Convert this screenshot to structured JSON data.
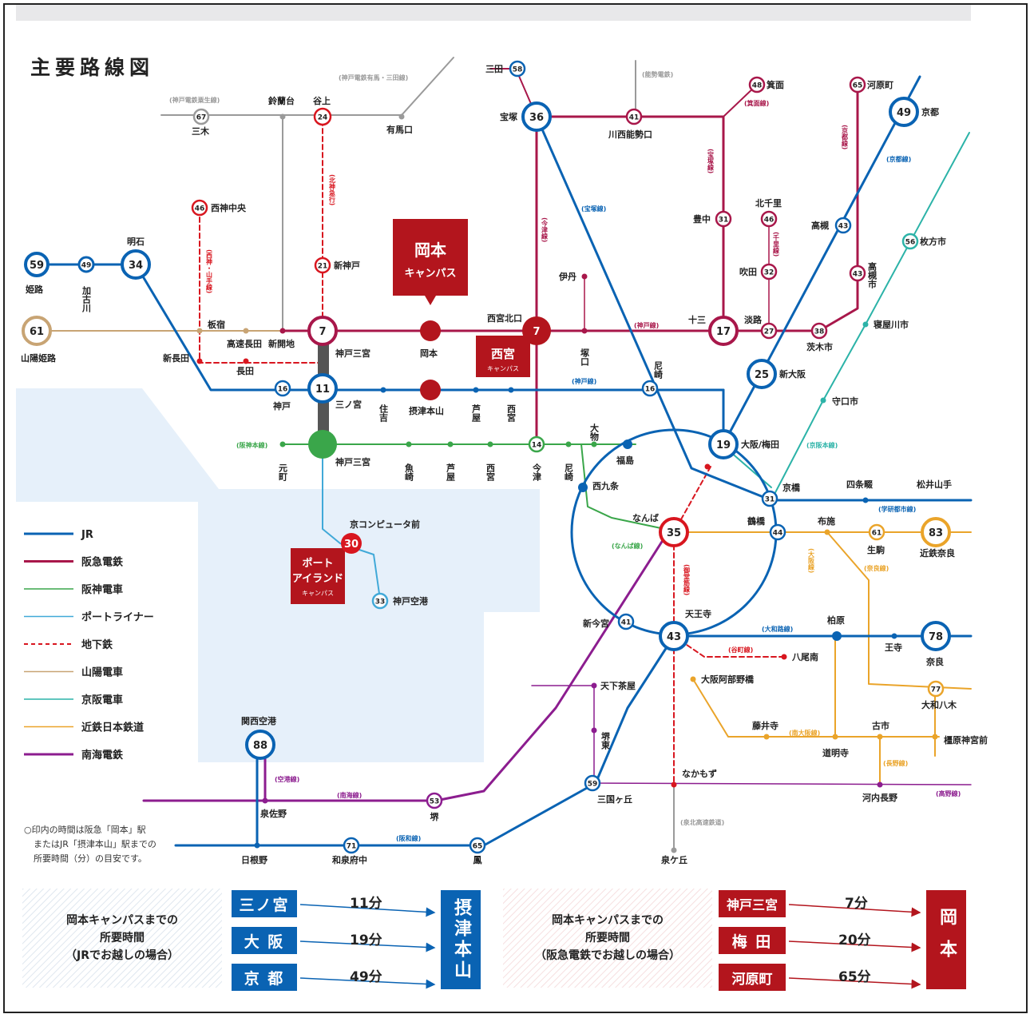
{
  "title": "主要路線図",
  "colors": {
    "jr": "#0a63b3",
    "hankyu": "#a8174a",
    "hanshin": "#3aa64a",
    "portliner": "#41a9d8",
    "subway": "#d8161f",
    "sanyo": "#c8a474",
    "keihan": "#2cb3a8",
    "kintetsu": "#eaa42a",
    "nankai": "#8c1d8f",
    "grey": "#9a9a9a",
    "campus": "#b3151d",
    "sea": "#e6f0fa"
  },
  "legend": [
    "JR",
    "阪急電鉄",
    "阪神電車",
    "ポートライナー",
    "地下鉄",
    "山陽電車",
    "京阪電車",
    "近鉄日本鉄道",
    "南海電鉄"
  ],
  "campuses": {
    "okamoto": [
      "岡本",
      "キャンパス"
    ],
    "nishinomiya": [
      "西宮",
      "キャンパス"
    ],
    "port": [
      "ポート",
      "アイランド",
      "キャンパス"
    ]
  },
  "line_labels": {
    "kobe_dentetsu_ao": "(神戸電鉄粟生線)",
    "kobe_dentetsu_arima": "(神戸電鉄有馬・三田線)",
    "nose": "(能勢電鉄)",
    "minoh": "(箕面線)",
    "kyoto_hk": "(京都線)",
    "kyoto_jr": "(京都線)",
    "takarazuka_hk": "(宝塚線)",
    "takarazuka_jr": "(宝塚線)",
    "hokushin": "(北神急行)",
    "seishin": "(西神・山手線)",
    "imazu": "(今津線)",
    "senri": "(千里線)",
    "kobe_hk": "(神戸線)",
    "kobe_jr": "(神戸線)",
    "hanshin_honsen": "(阪神本線)",
    "keihan_honsen": "(京阪本線)",
    "gakkentoshi": "(学研都市線)",
    "namba": "(なんば線)",
    "midosuji": "(御堂筋線)",
    "nara": "(奈良線)",
    "osaka": "(大阪線)",
    "yamatoji": "(大和路線)",
    "tanimachi": "(谷町線)",
    "minami_osaka": "(南大阪線)",
    "nagano": "(長野線)",
    "koya": "(高野線)",
    "kuko": "(空港線)",
    "nankai": "(南海線)",
    "hanwa": "(阪和線)",
    "senboku": "(泉北高速鉄道)"
  },
  "stations": {
    "himeji": "姫路",
    "kakogawa": "加古川",
    "akashi": "明石",
    "sanyo_himeji": "山陽姫路",
    "shin_nagata": "新長田",
    "itayado": "板宿",
    "kosoku_nagata": "高速長田",
    "shinkaichi": "新開地",
    "nagata": "長田",
    "miki": "三木",
    "suzurandai": "鈴蘭台",
    "tanigami": "谷上",
    "arima_onsen": "有馬口",
    "seishin_chuo": "西神中央",
    "shin_kobe": "新神戸",
    "kobe_sannomiya": "神戸三宮",
    "kobe": "神戸",
    "sannomiya": "三ノ宮",
    "sumiyoshi": "住吉",
    "settsu_motoyama": "摂津本山",
    "ashiya": "芦屋",
    "nishinomiya": "西宮",
    "okamoto": "岡本",
    "nishinomiya_kitaguchi": "西宮北口",
    "sanda": "三田",
    "takarazuka": "宝塚",
    "kawanishi": "川西能勢口",
    "itami": "伊丹",
    "tsukaguchi": "塚口",
    "amagasaki": "尼崎",
    "minoh": "箕面",
    "toyonaka": "豊中",
    "kita_senri": "北千里",
    "suita": "吹田",
    "juso": "十三",
    "awaji": "淡路",
    "ibaraki": "茨木市",
    "kawaramachi": "河原町",
    "kyoto": "京都",
    "takatsuki": "高槻",
    "takatsukishi": "高槻市",
    "shin_osaka": "新大阪",
    "hirakata": "枚方市",
    "neyagawa": "寝屋川市",
    "moriguchi": "守口市",
    "motomachi": "元町",
    "hanshin_sannomiya": "神戸三宮",
    "uozaki": "魚崎",
    "hanshin_ashiya": "芦屋",
    "hanshin_nishinomiya": "西宮",
    "imazu": "今津",
    "hanshin_amagasaki": "尼崎",
    "daimotsu": "大物",
    "fukushima": "福島",
    "osaka_umeda": "大阪/梅田",
    "nishikujo": "西九条",
    "kyobashi": "京橋",
    "shijonawate": "四条畷",
    "matsui_yamate": "松井山手",
    "namba": "なんば",
    "tsuruhashi": "鶴橋",
    "fuse": "布施",
    "ikoma": "生駒",
    "kintetsu_nara": "近鉄奈良",
    "shin_imamiya": "新今宮",
    "tennoji": "天王寺",
    "kashiwara": "柏原",
    "oji": "王寺",
    "nara": "奈良",
    "yao_minami": "八尾南",
    "abeno": "大阪阿部野橋",
    "tengachaya": "天下茶屋",
    "sakai_higashi": "堺東",
    "fujiidera": "藤井寺",
    "domyoji": "道明寺",
    "furuichi": "古市",
    "kashihara": "橿原神宮前",
    "yamato_yagi": "大和八木",
    "nakamozu": "なかもず",
    "mikunigaoka": "三国ヶ丘",
    "kawachinagano": "河内長野",
    "kansai_airport": "関西空港",
    "izumisano": "泉佐野",
    "sakai": "堺",
    "hineno": "日根野",
    "izumifuchu": "和泉府中",
    "otori": "鳳",
    "izumigaoka": "泉ケ丘",
    "kobe_airport": "神戸空港",
    "kyo_computer": "京コンピュータ前"
  },
  "numbers": {
    "himeji": "59",
    "kakogawa": "49",
    "akashi": "34",
    "sanyo_himeji": "61",
    "miki": "67",
    "tanigami": "24",
    "seishin_chuo": "46",
    "shin_kobe": "21",
    "kobe_sannomiya": "7",
    "sannomiya": "11",
    "kobe": "16",
    "sanda": "58",
    "takarazuka": "36",
    "kawanishi": "41",
    "nishinomiya_kitaguchi": "7",
    "minoh": "48",
    "kawaramachi": "65",
    "kyoto": "49",
    "toyonaka": "31",
    "kita_senri": "46",
    "suita": "32",
    "juso": "17",
    "awaji": "27",
    "ibaraki": "38",
    "takatsuki": "43",
    "takatsukishi": "43",
    "shin_osaka": "25",
    "hirakata": "56",
    "amagasaki": "16",
    "imazu": "14",
    "osaka_umeda": "19",
    "kyobashi": "31",
    "namba": "35",
    "tsuruhashi": "44",
    "ikoma": "61",
    "kintetsu_nara": "83",
    "shin_imamiya": "41",
    "tennoji": "43",
    "nara": "78",
    "yamato_yagi": "77",
    "mikunigaoka": "59",
    "kansai_airport": "88",
    "sakai": "53",
    "izumifuchu": "71",
    "otori": "65",
    "kyo_computer": "30",
    "kobe_airport": "33"
  },
  "note": [
    "○印内の時間は阪急「岡本」駅",
    "またはJR「摂津本山」駅までの",
    "所要時間（分）の目安です。"
  ],
  "panel_jr": {
    "caption": [
      "岡本キャンパスまでの",
      "所要時間",
      "（JRでお越しの場合）"
    ],
    "routes": [
      {
        "from": "三ノ宮",
        "time": "11分"
      },
      {
        "from": "大 阪",
        "time": "19分"
      },
      {
        "from": "京 都",
        "time": "49分"
      }
    ],
    "dest": "摂津本山"
  },
  "panel_hankyu": {
    "caption": [
      "岡本キャンパスまでの",
      "所要時間",
      "（阪急電鉄でお越しの場合）"
    ],
    "routes": [
      {
        "from": "神戸三宮",
        "time": "7分"
      },
      {
        "from": "梅 田",
        "time": "20分"
      },
      {
        "from": "河原町",
        "time": "65分"
      }
    ],
    "dest": "岡本"
  }
}
